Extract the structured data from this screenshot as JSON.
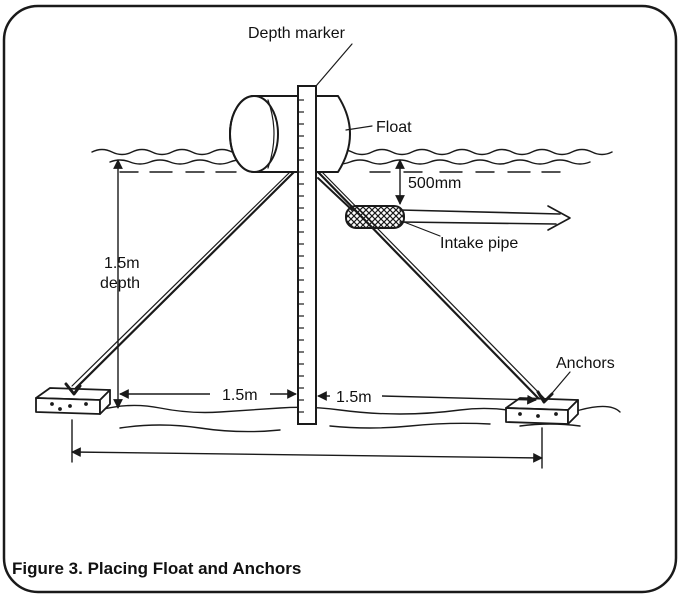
{
  "labels": {
    "depth_marker": "Depth marker",
    "float": "Float",
    "distance_500": "500mm",
    "intake_pipe": "Intake pipe",
    "depth_line1": "1.5m",
    "depth_line2": "depth",
    "left_span": "1.5m",
    "right_span": "1.5m",
    "anchors": "Anchors"
  },
  "caption": "Figure 3. Placing Float and Anchors",
  "colors": {
    "ink": "#1a1a1a",
    "background": "#ffffff"
  }
}
